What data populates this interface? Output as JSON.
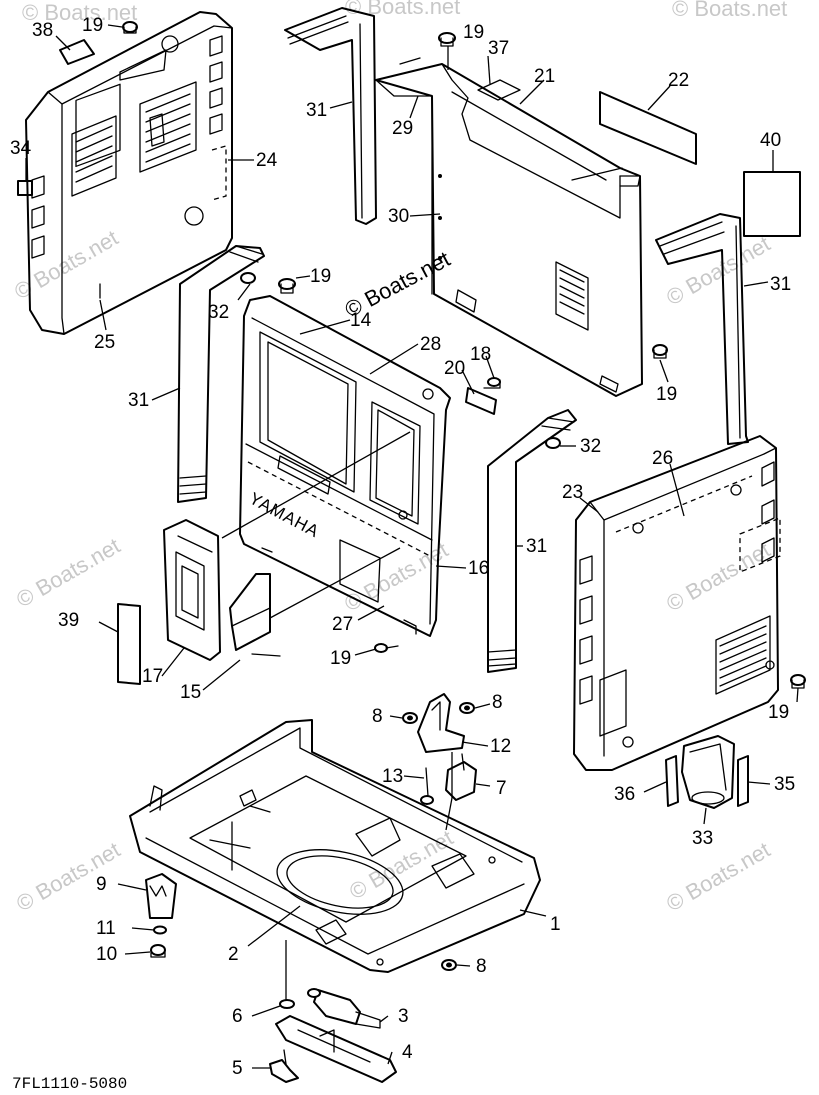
{
  "diagram": {
    "drawing_code": "7FL1110-5080",
    "brand_mark": "YAMAHA",
    "watermark": "© Boats.net",
    "callouts": [
      {
        "id": "c38",
        "label": "38"
      },
      {
        "id": "c19a",
        "label": "19"
      },
      {
        "id": "c34",
        "label": "34"
      },
      {
        "id": "c24",
        "label": "24"
      },
      {
        "id": "c25",
        "label": "25"
      },
      {
        "id": "c31a",
        "label": "31"
      },
      {
        "id": "c19b",
        "label": "19"
      },
      {
        "id": "c37",
        "label": "37"
      },
      {
        "id": "c21",
        "label": "21"
      },
      {
        "id": "c22",
        "label": "22"
      },
      {
        "id": "c29",
        "label": "29"
      },
      {
        "id": "c40",
        "label": "40"
      },
      {
        "id": "c30",
        "label": "30"
      },
      {
        "id": "c19c",
        "label": "19"
      },
      {
        "id": "c32a",
        "label": "32"
      },
      {
        "id": "c14",
        "label": "14"
      },
      {
        "id": "c31b",
        "label": "31"
      },
      {
        "id": "c28",
        "label": "28"
      },
      {
        "id": "c20",
        "label": "20"
      },
      {
        "id": "c18",
        "label": "18"
      },
      {
        "id": "c19d",
        "label": "19"
      },
      {
        "id": "c31c",
        "label": "31"
      },
      {
        "id": "c32b",
        "label": "32"
      },
      {
        "id": "c26",
        "label": "26"
      },
      {
        "id": "c23",
        "label": "23"
      },
      {
        "id": "c31d",
        "label": "31"
      },
      {
        "id": "c16",
        "label": "16"
      },
      {
        "id": "c39",
        "label": "39"
      },
      {
        "id": "c17",
        "label": "17"
      },
      {
        "id": "c27",
        "label": "27"
      },
      {
        "id": "c15",
        "label": "15"
      },
      {
        "id": "c19e",
        "label": "19"
      },
      {
        "id": "c19f",
        "label": "19"
      },
      {
        "id": "c8a",
        "label": "8"
      },
      {
        "id": "c8b",
        "label": "8"
      },
      {
        "id": "c12",
        "label": "12"
      },
      {
        "id": "c13",
        "label": "13"
      },
      {
        "id": "c7",
        "label": "7"
      },
      {
        "id": "c36",
        "label": "36"
      },
      {
        "id": "c35",
        "label": "35"
      },
      {
        "id": "c33",
        "label": "33"
      },
      {
        "id": "c9",
        "label": "9"
      },
      {
        "id": "c11",
        "label": "11"
      },
      {
        "id": "c10",
        "label": "10"
      },
      {
        "id": "c1",
        "label": "1"
      },
      {
        "id": "c2",
        "label": "2"
      },
      {
        "id": "c8c",
        "label": "8"
      },
      {
        "id": "c6",
        "label": "6"
      },
      {
        "id": "c3",
        "label": "3"
      },
      {
        "id": "c4",
        "label": "4"
      },
      {
        "id": "c5",
        "label": "5"
      }
    ]
  }
}
